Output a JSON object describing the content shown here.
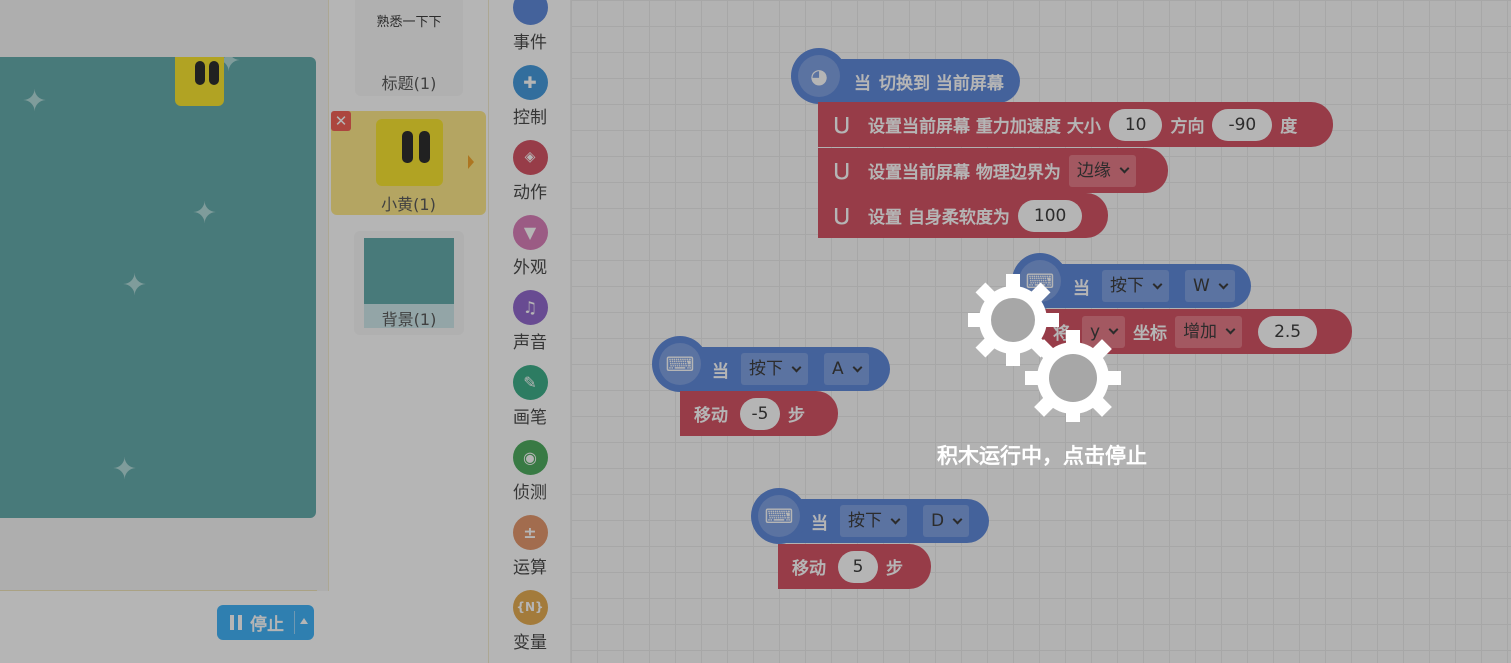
{
  "stage": {
    "stop_label": "停止"
  },
  "sprites": {
    "title_thumb_text": "熟悉一下下",
    "title_label": "标题(1)",
    "xiaohuang_label": "小黄(1)",
    "delete_glyph": "✕",
    "background_label": "背景(1)"
  },
  "categories": [
    {
      "name": "事件",
      "color": "#4a79d6",
      "icon": "toggle-icon",
      "glyph": "●"
    },
    {
      "name": "控制",
      "color": "#2d8dd8",
      "icon": "gamepad-icon",
      "glyph": "✚"
    },
    {
      "name": "动作",
      "color": "#cf3c4f",
      "icon": "ghost-icon",
      "glyph": "👾"
    },
    {
      "name": "外观",
      "color": "#d66fb0",
      "icon": "shirt-icon",
      "glyph": "👕"
    },
    {
      "name": "声音",
      "color": "#8455c7",
      "icon": "music-icon",
      "glyph": "♫"
    },
    {
      "name": "画笔",
      "color": "#24a37a",
      "icon": "pen-icon",
      "glyph": "✎"
    },
    {
      "name": "侦测",
      "color": "#36a14a",
      "icon": "target-icon",
      "glyph": "◉"
    },
    {
      "name": "运算",
      "color": "#e08a5a",
      "icon": "operators-icon",
      "glyph": "±"
    },
    {
      "name": "变量",
      "color": "#e2a23b",
      "icon": "variable-icon",
      "glyph": "{N}"
    }
  ],
  "workspace": {
    "screen_hat": {
      "when": "当",
      "text": "切换到 当前屏幕"
    },
    "gravity": {
      "text": "设置当前屏幕 重力加速度 大小",
      "size": "10",
      "dir_label": "方向",
      "dir": "-90",
      "unit": "度"
    },
    "boundary": {
      "text": "设置当前屏幕 物理边界为",
      "value": "边缘"
    },
    "softness": {
      "text": "设置 自身柔软度为",
      "value": "100"
    },
    "hat_w": {
      "when": "当",
      "action": "按下",
      "key": "W"
    },
    "change_y": {
      "set": "将",
      "axis": "y",
      "coord": "坐标",
      "op": "增加",
      "value": "2.5"
    },
    "hat_a": {
      "when": "当",
      "action": "按下",
      "key": "A"
    },
    "move_a": {
      "label": "移动",
      "value": "-5",
      "unit": "步"
    },
    "hat_d": {
      "when": "当",
      "action": "按下",
      "key": "D"
    },
    "move_d": {
      "label": "移动",
      "value": "5",
      "unit": "步"
    }
  },
  "overlay": {
    "message": "积木运行中，点击停止"
  }
}
